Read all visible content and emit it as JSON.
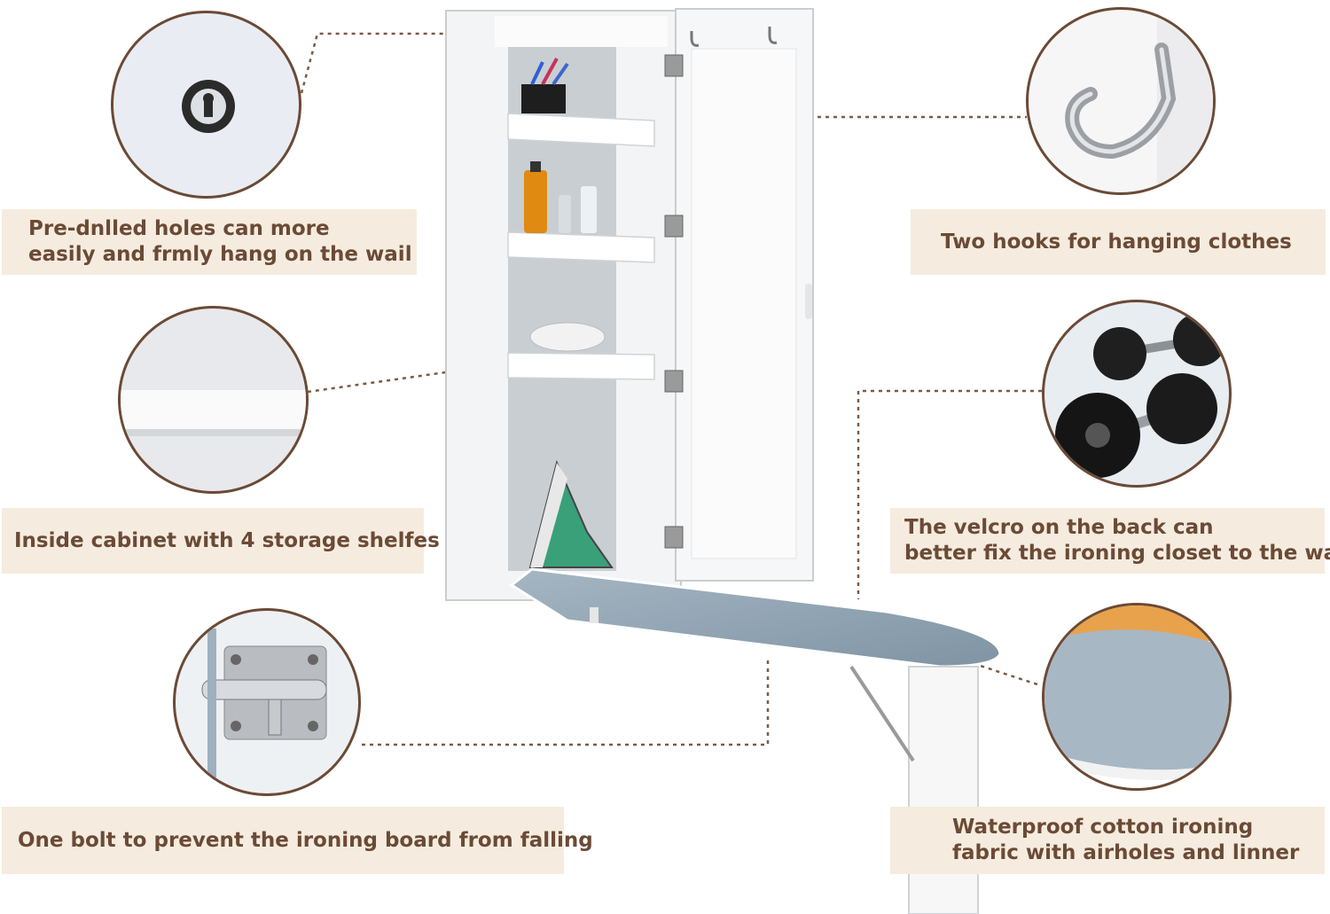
{
  "labels": {
    "holes": [
      "Pre-dnlled holes can more",
      "easily and frmly hang on the wail"
    ],
    "shelves": [
      "Inside cabinet with 4 storage shelfes"
    ],
    "bolt": [
      "One bolt to prevent the ironing board from falling"
    ],
    "hooks": [
      "Two hooks for hanging clothes"
    ],
    "velcro": [
      "The velcro on the back can",
      "better fix the ironing closet to the wall"
    ],
    "fabric": [
      "Waterproof cotton ironing",
      "fabric with airholes and linner"
    ]
  },
  "colors": {
    "label_bg": "#f5ecdf",
    "label_text": "#6b4a36",
    "circle_border": "#6b4a36",
    "leader_line": "#7a5a46",
    "board_cover": "#8fa3b2"
  },
  "icons": {
    "keyhole": "keyhole-icon",
    "hook": "hook-icon",
    "dumbbell": "dumbbell-icon",
    "bolt": "bolt-latch-icon"
  }
}
